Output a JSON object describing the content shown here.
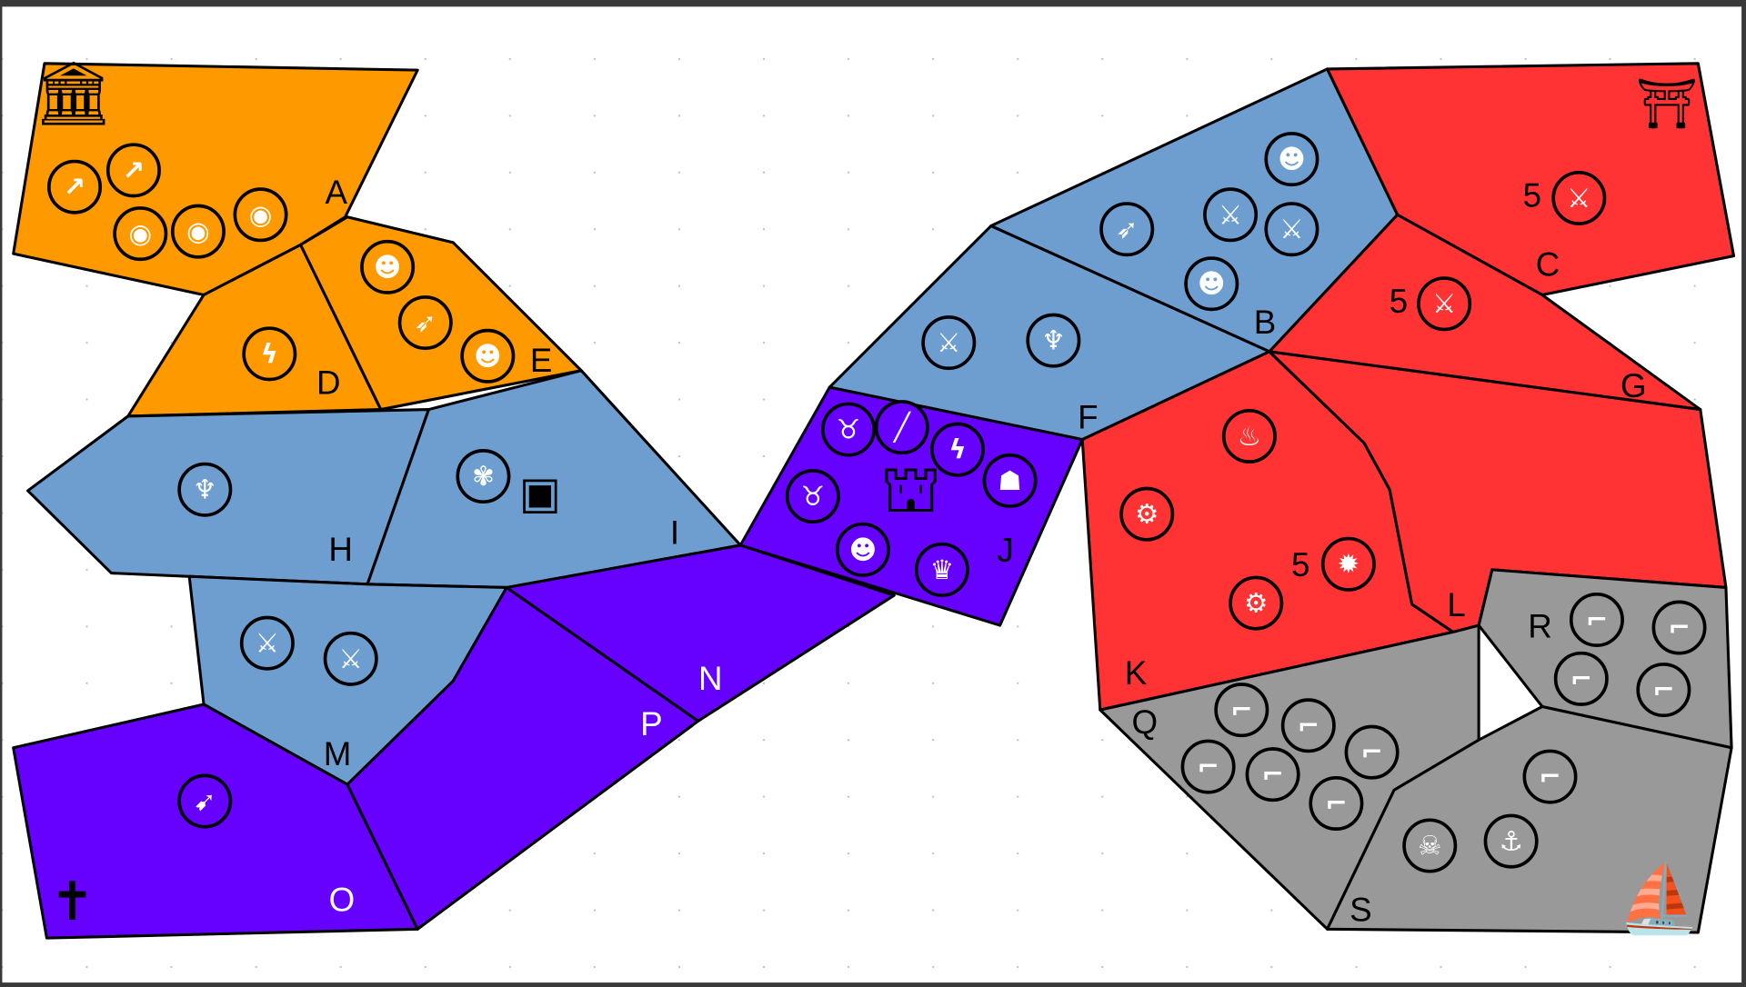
{
  "colors": {
    "orange": "#FF9900",
    "blue": "#6D9ECF",
    "purple": "#6600FF",
    "red": "#FF3333",
    "gray": "#999999"
  },
  "regions": [
    {
      "id": "A",
      "label": "A",
      "faction": "orange",
      "label_color": "#000"
    },
    {
      "id": "B",
      "label": "B",
      "faction": "blue",
      "label_color": "#000"
    },
    {
      "id": "C",
      "label": "C",
      "faction": "red",
      "label_color": "#000"
    },
    {
      "id": "D",
      "label": "D",
      "faction": "orange",
      "label_color": "#000"
    },
    {
      "id": "E",
      "label": "E",
      "faction": "orange",
      "label_color": "#000"
    },
    {
      "id": "F",
      "label": "F",
      "faction": "blue",
      "label_color": "#000"
    },
    {
      "id": "G",
      "label": "G",
      "faction": "red",
      "label_color": "#000"
    },
    {
      "id": "H",
      "label": "H",
      "faction": "blue",
      "label_color": "#000"
    },
    {
      "id": "I",
      "label": "I",
      "faction": "blue",
      "label_color": "#000"
    },
    {
      "id": "J",
      "label": "J",
      "faction": "purple",
      "label_color": "#000"
    },
    {
      "id": "K",
      "label": "K",
      "faction": "red",
      "label_color": "#000"
    },
    {
      "id": "L",
      "label": "L",
      "faction": "red",
      "label_color": "#000"
    },
    {
      "id": "M",
      "label": "M",
      "faction": "blue",
      "label_color": "#000"
    },
    {
      "id": "N",
      "label": "N",
      "faction": "purple",
      "label_color": "#fff"
    },
    {
      "id": "O",
      "label": "O",
      "faction": "purple",
      "label_color": "#fff"
    },
    {
      "id": "P",
      "label": "P",
      "faction": "purple",
      "label_color": "#fff"
    },
    {
      "id": "Q",
      "label": "Q",
      "faction": "gray",
      "label_color": "#000"
    },
    {
      "id": "R",
      "label": "R",
      "faction": "gray",
      "label_color": "#000"
    },
    {
      "id": "S",
      "label": "S",
      "faction": "gray",
      "label_color": "#000"
    }
  ],
  "counts": [
    {
      "region": "C",
      "value": "5"
    },
    {
      "region": "G",
      "value": "5"
    },
    {
      "region": "K",
      "value": "5"
    }
  ],
  "landmarks": [
    {
      "region": "A",
      "icon": "temple-icon"
    },
    {
      "region": "C",
      "icon": "pagoda-icon"
    },
    {
      "region": "I",
      "icon": "treasure-chest-icon"
    },
    {
      "region": "J",
      "icon": "portal-icon"
    },
    {
      "region": "O",
      "icon": "gravestone-icon"
    },
    {
      "region": "S",
      "icon": "pirate-ship-icon"
    }
  ],
  "units": [
    {
      "region": "A",
      "type": "spear"
    },
    {
      "region": "A",
      "type": "spear"
    },
    {
      "region": "A",
      "type": "shield-spear"
    },
    {
      "region": "A",
      "type": "shield-spear"
    },
    {
      "region": "A",
      "type": "shield-spear"
    },
    {
      "region": "D",
      "type": "lightning"
    },
    {
      "region": "E",
      "type": "mask"
    },
    {
      "region": "E",
      "type": "ballista"
    },
    {
      "region": "E",
      "type": "mask"
    },
    {
      "region": "H",
      "type": "winged-helm"
    },
    {
      "region": "I",
      "type": "beetle"
    },
    {
      "region": "M",
      "type": "sword"
    },
    {
      "region": "M",
      "type": "sword"
    },
    {
      "region": "O",
      "type": "bow"
    },
    {
      "region": "B",
      "type": "mask"
    },
    {
      "region": "B",
      "type": "ballista"
    },
    {
      "region": "B",
      "type": "sword"
    },
    {
      "region": "B",
      "type": "sword"
    },
    {
      "region": "B",
      "type": "mask"
    },
    {
      "region": "F",
      "type": "sword"
    },
    {
      "region": "F",
      "type": "winged-helm"
    },
    {
      "region": "J",
      "type": "viking"
    },
    {
      "region": "J",
      "type": "staff"
    },
    {
      "region": "J",
      "type": "lightning"
    },
    {
      "region": "J",
      "type": "ghost"
    },
    {
      "region": "J",
      "type": "viking"
    },
    {
      "region": "J",
      "type": "mask"
    },
    {
      "region": "J",
      "type": "mage"
    },
    {
      "region": "C",
      "type": "sword"
    },
    {
      "region": "G",
      "type": "sword"
    },
    {
      "region": "K",
      "type": "fire"
    },
    {
      "region": "K",
      "type": "cannon"
    },
    {
      "region": "K",
      "type": "cannon"
    },
    {
      "region": "K",
      "type": "firework"
    },
    {
      "region": "R",
      "type": "pistol"
    },
    {
      "region": "R",
      "type": "pistol"
    },
    {
      "region": "R",
      "type": "pistol"
    },
    {
      "region": "R",
      "type": "pistol"
    },
    {
      "region": "Q",
      "type": "pistol"
    },
    {
      "region": "Q",
      "type": "pistol"
    },
    {
      "region": "Q",
      "type": "pistol"
    },
    {
      "region": "Q",
      "type": "pistol"
    },
    {
      "region": "Q",
      "type": "pistol"
    },
    {
      "region": "Q",
      "type": "pistol"
    },
    {
      "region": "S",
      "type": "pistol"
    },
    {
      "region": "S",
      "type": "skull"
    },
    {
      "region": "S",
      "type": "anchor"
    }
  ]
}
